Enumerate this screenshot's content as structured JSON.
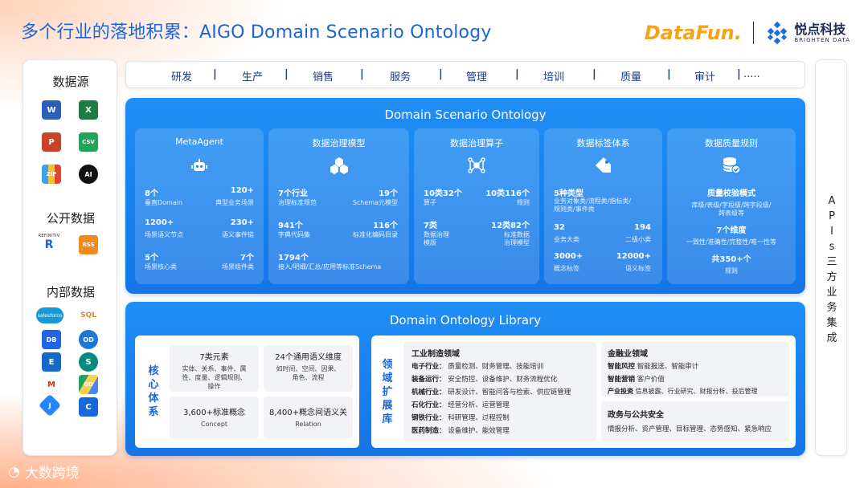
{
  "title": "多个行业的落地积累：AIGO Domain Scenario Ontology",
  "logos": {
    "datafun": "DataFun.",
    "brighten_cn": "悦点科技",
    "brighten_en": "BRIGHTEN DATA"
  },
  "sources": {
    "data_source_title": "数据源",
    "public_data_title": "公开数据",
    "internal_data_title": "内部数据",
    "icons": {
      "word": "W",
      "excel": "X",
      "ppt": "P",
      "csv": "CSV",
      "archive": "ZIP",
      "openai": "AI",
      "refinitiv_label": "REFINITIV",
      "refinitiv_mark": "R",
      "rss": "RSS",
      "salesforce": "salesforce",
      "sql": "SQL",
      "dropbox": "DB",
      "onedrive": "OD",
      "exchange": "E",
      "sharepoint": "S",
      "gmail": "M",
      "drive": "GD",
      "jira": "J",
      "confluence": "C"
    }
  },
  "domains": [
    "研发",
    "生产",
    "销售",
    "服务",
    "管理",
    "培训",
    "质量",
    "审计",
    "....."
  ],
  "dso": {
    "title": "Domain Scenario Ontology",
    "metaagent": {
      "title": "MetaAgent",
      "items": [
        {
          "v": "8个",
          "l": "垂直Domain"
        },
        {
          "v": "120+",
          "l": "典型业务场景"
        },
        {
          "v": "1200+",
          "l": "场景语义节点"
        },
        {
          "v": "230+",
          "l": "语义事件链"
        },
        {
          "v": "5个",
          "l": "场景核心类"
        },
        {
          "v": "7个",
          "l": "场景组件类"
        }
      ]
    },
    "governance_model": {
      "title": "数据治理模型",
      "items": [
        {
          "v": "7个行业",
          "l": "治理标准规范"
        },
        {
          "v": "19个",
          "l": "Schema元模型"
        },
        {
          "v": "941个",
          "l": "字典代码集"
        },
        {
          "v": "116个",
          "l": "标准化编码目录"
        },
        {
          "v": "1794个",
          "l": "接入/明细/汇总/应用等标准Schema"
        }
      ]
    },
    "governance_operator": {
      "title": "数据治理算子",
      "items": [
        {
          "v": "10类32个",
          "l": "算子"
        },
        {
          "v": "10类116个",
          "l": "规则"
        },
        {
          "v": "7类",
          "l": "数据治理\n模版"
        },
        {
          "v": "12类82个",
          "l": "标准数据\n治理模型"
        }
      ]
    },
    "tag_system": {
      "title": "数据标签体系",
      "head_v": "5种类型",
      "head_l": "业务对象类/流程类/指标类/\n规则类/事件类",
      "items": [
        {
          "v": "32",
          "l": "业务大类"
        },
        {
          "v": "194",
          "l": "二级小类"
        },
        {
          "v": "3000+",
          "l": "概念标签"
        },
        {
          "v": "12000+",
          "l": "语义标签"
        }
      ]
    },
    "quality_rules": {
      "title": "数据质量规则",
      "items": [
        {
          "v": "质量校验模式",
          "l": "库级/表级/字段级/跨字段级/\n跨表级等"
        },
        {
          "v": "7个维度",
          "l": "一致性/准确性/完整性/唯一性等"
        },
        {
          "v": "共350+个",
          "l": "规则"
        }
      ]
    }
  },
  "dol": {
    "title": "Domain Ontology Library",
    "core_label": "核心体系",
    "core": [
      {
        "a": "7类元素",
        "b": "实体、关系、事件、属\n性、度量、逻辑规则、\n操作"
      },
      {
        "a": "24个通用语义维度",
        "b": "如时间、空间、因果、\n角色、流程"
      },
      {
        "a": "3,600+标准概念",
        "b": "Concept"
      },
      {
        "a": "8,400+概念间语义关",
        "b": "Relation"
      }
    ],
    "ext_label": "领域扩展库",
    "industrial": {
      "title": "工业制造领域",
      "rows": [
        {
          "k": "电子行业：",
          "v": "质量检测、财务管理、技能培训"
        },
        {
          "k": "装备运行：",
          "v": "安全防控、设备维护、财务流程优化"
        },
        {
          "k": "机械行业：",
          "v": "研发设计、智能问答与检索、供应链管理"
        },
        {
          "k": "石化行业：",
          "v": "经营分析、运营管理"
        },
        {
          "k": "钢铁行业：",
          "v": "科研管理、过程控制"
        },
        {
          "k": "医药制造：",
          "v": "设备维护、能效管理"
        }
      ]
    },
    "finance": {
      "title": "金融业领域",
      "rows": [
        {
          "k": "智能风控",
          "v": "智能报送、智能审计"
        },
        {
          "k": "智能营销",
          "v": "客户价值"
        },
        {
          "k": "产业投资",
          "v": "信息披露、行业研究、财报分析、投后管理"
        }
      ]
    },
    "gov": {
      "title": "政务与公共安全",
      "text": "情报分析、资产管理、目标管理、态势感知、紧急响应"
    }
  },
  "apis": {
    "label": "APIs三方业务集成"
  },
  "footer": {
    "text": "大数跨境"
  },
  "colors": {
    "accent": "#1a66d8",
    "panel": "#1880ee",
    "orange": "#f6a21a"
  }
}
